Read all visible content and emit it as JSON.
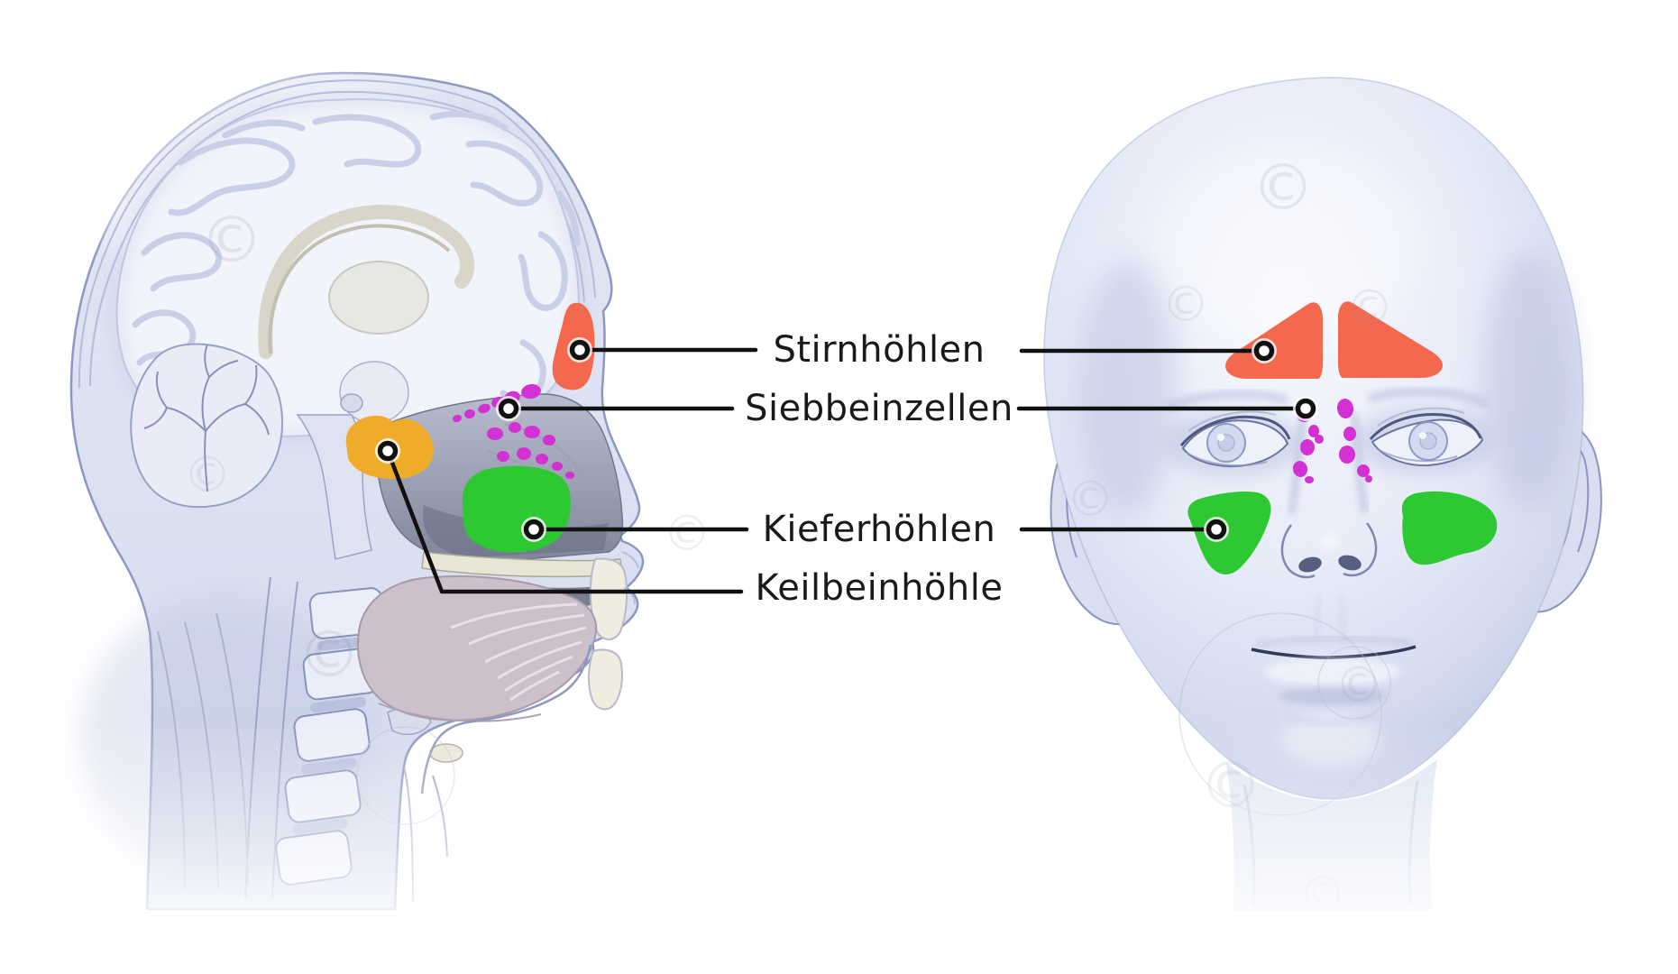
{
  "labels": {
    "stirnhoehlen": "Stirnhöhlen",
    "siebbeinzellen": "Siebbeinzellen",
    "kieferhoehlen": "Kieferhöhlen",
    "keilbeinhoehle": "Keilbeinhöhle"
  },
  "colors": {
    "frontal_sinus": "#f4684e",
    "ethmoid_cells": "#d331d3",
    "maxillary_sinus": "#2ec832",
    "sphenoid_sinus": "#efac2b",
    "leader_line": "#111111",
    "label_text": "#1a1a1a"
  },
  "watermark": {
    "glyph": "©"
  }
}
